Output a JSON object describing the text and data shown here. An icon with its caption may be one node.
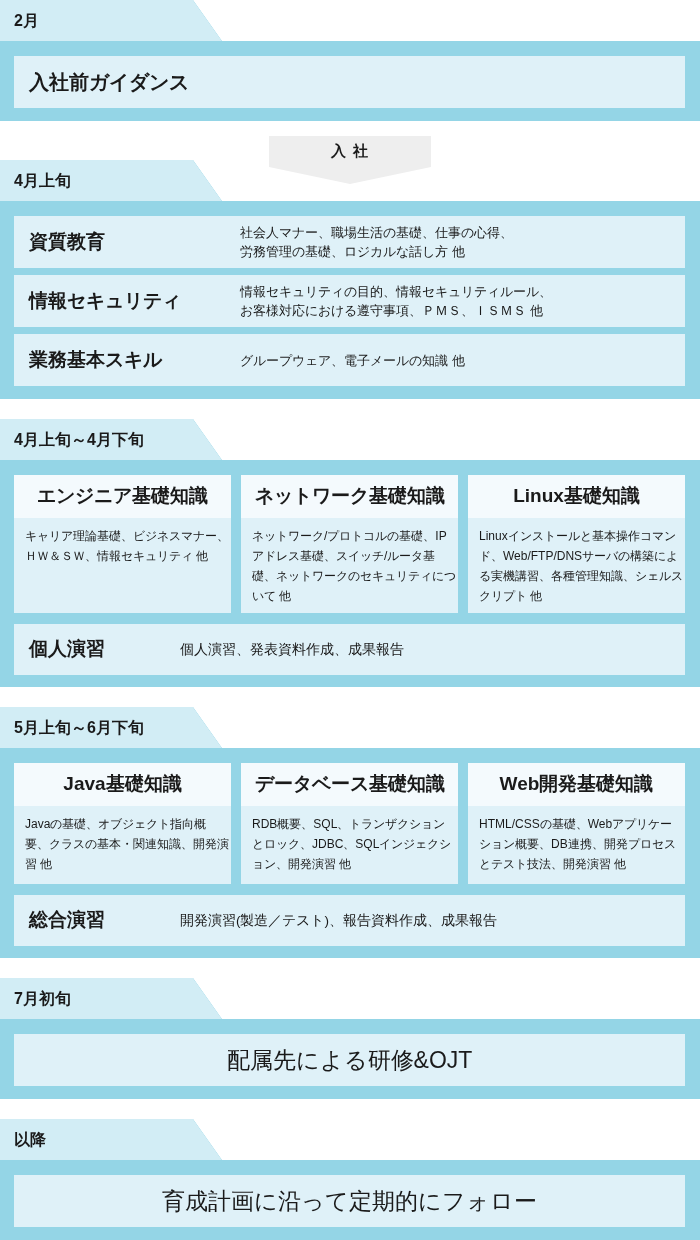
{
  "diagram": {
    "nodes": [
      {
        "text": [
          "2月"
        ]
      },
      {
        "text": [
          "入社前ガイダンス"
        ],
        "in": 0
      },
      {
        "text": [
          "4月上旬"
        ]
      },
      {
        "text": [
          "資質教育",
          "社会人マナー、職場生活の基礎、仕事の心得、労務管理の基礎、ロジカルな話し方 他"
        ],
        "in": 2
      },
      {
        "text": [
          "情報セキュリティ",
          "情報セキュリティの目的、情報セキュリティルール、お客様対応における遵守事項、ＰＭＳ、ＩＳＭＳ 他"
        ],
        "in": 2
      },
      {
        "text": [
          "業務基本スキル",
          "グループウェア、電子メールの知識 他"
        ],
        "in": 2
      },
      {
        "text": [
          "4月上旬～4月下旬"
        ]
      },
      {
        "text": [
          "エンジニア基礎知識",
          "キャリア理論基礎、ビジネスマナー、ＨＷ＆ＳＷ、情報セキュリティ 他"
        ],
        "in": 6
      },
      {
        "text": [
          "ネットワーク基礎知識",
          "ネットワーク/プロトコルの基礎、IPアドレス基礎、スイッチ/ルータ基礎、ネットワークのセキュリティについて 他"
        ],
        "in": 6
      },
      {
        "text": [
          "Linux基礎知識",
          "Linuxインストールと基本操作コマンド、Web/FTP/DNSサーバの構築による実機講習、各種管理知識、シェルスクリプト 他"
        ],
        "in": 6
      },
      {
        "text": [
          "個人演習",
          "個人演習、発表資料作成、成果報告"
        ],
        "in": 6
      },
      {
        "text": [
          "5月上旬～6月下旬"
        ]
      },
      {
        "text": [
          "Java基礎知識",
          "Javaの基礎、オブジェクト指向概要、クラスの基本・関連知識、開発演習 他"
        ],
        "in": 11
      },
      {
        "text": [
          "データベース基礎知識",
          "RDB概要、SQL、トランザクションとロック、JDBC、SQLインジェクション、開発演習 他"
        ],
        "in": 11
      },
      {
        "text": [
          "Web開発基礎知識",
          "HTML/CSSの基礎、Webアプリケーション概要、DB連携、開発プロセスとテスト技法、開発演習 他"
        ],
        "in": 11
      },
      {
        "text": [
          "総合演習",
          "開発演習(製造／テスト)、報告資料作成、成果報告"
        ],
        "in": 11
      },
      {
        "text": [
          "7月初旬"
        ]
      },
      {
        "text": [
          "配属先による研修&OJT"
        ],
        "in": 16
      },
      {
        "text": [
          "以降"
        ]
      },
      {
        "text": [
          "育成計画に沿って定期的にフォロー"
        ],
        "in": 18
      }
    ],
    "edges": [
      {
        "from": 0,
        "to": 2,
        "arrow": "to",
        "label": "入 社"
      }
    ]
  }
}
